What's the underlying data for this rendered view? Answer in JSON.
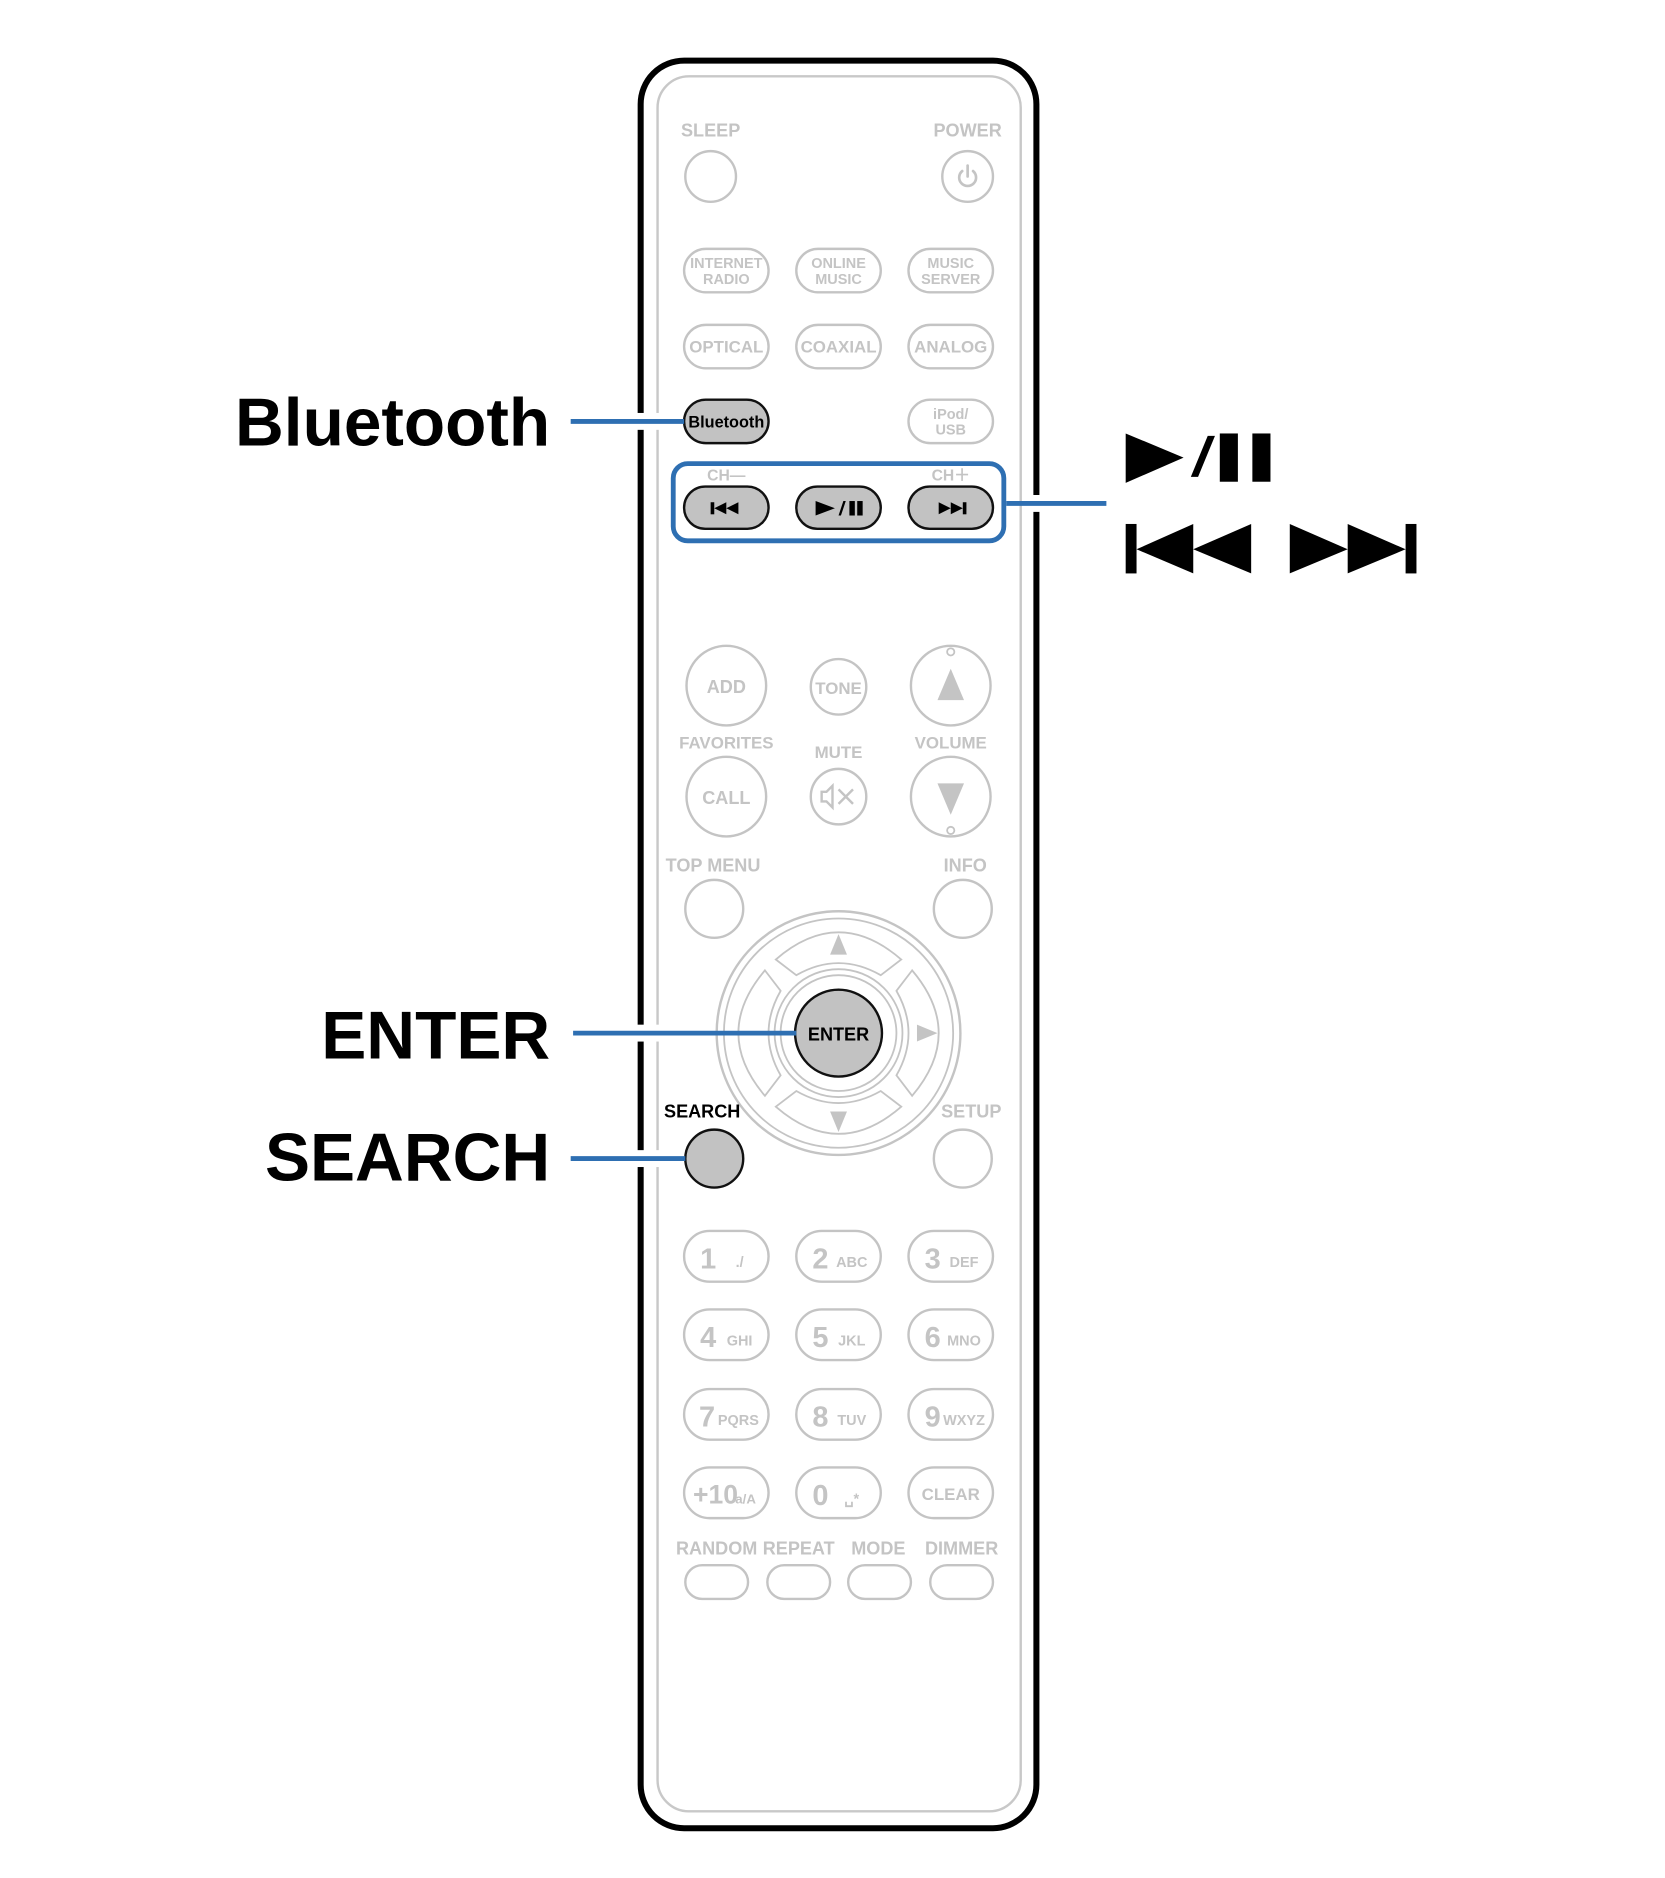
{
  "colors": {
    "callout_blue": "#2e6fb2",
    "button_highlight": "#c2c2c2",
    "button_inactive": "#c4c4c4",
    "remote_outline": "#000000"
  },
  "callouts": {
    "bluetooth": "Bluetooth",
    "enter": "ENTER",
    "search": "SEARCH",
    "play_pause_icon": "play-pause-icon",
    "skip_icons": [
      "skip-back-icon",
      "skip-forward-icon"
    ]
  },
  "remote": {
    "sleep": "SLEEP",
    "power": "POWER",
    "power_icon": "power-icon",
    "source_row1": [
      {
        "line1": "INTERNET",
        "line2": "RADIO"
      },
      {
        "line1": "ONLINE",
        "line2": "MUSIC"
      },
      {
        "line1": "MUSIC",
        "line2": "SERVER"
      }
    ],
    "source_row2": [
      "OPTICAL",
      "COAXIAL",
      "ANALOG"
    ],
    "bluetooth_button": "Bluetooth",
    "ipod_usb": {
      "line1": "iPod/",
      "line2": "USB"
    },
    "ch_minus": "CH—",
    "ch_plus": "CH＋",
    "transport_icons": [
      "skip-back-icon",
      "play-pause-icon",
      "skip-forward-icon"
    ],
    "add": "ADD",
    "tone": "TONE",
    "favorites": "FAVORITES",
    "mute": "MUTE",
    "volume": "VOLUME",
    "call": "CALL",
    "top_menu": "TOP MENU",
    "info": "INFO",
    "enter": "ENTER",
    "search": "SEARCH",
    "setup": "SETUP",
    "keypad": [
      {
        "digit": "1",
        "letters": "./"
      },
      {
        "digit": "2",
        "letters": "ABC"
      },
      {
        "digit": "3",
        "letters": "DEF"
      },
      {
        "digit": "4",
        "letters": "GHI"
      },
      {
        "digit": "5",
        "letters": "JKL"
      },
      {
        "digit": "6",
        "letters": "MNO"
      },
      {
        "digit": "7",
        "letters": "PQRS"
      },
      {
        "digit": "8",
        "letters": "TUV"
      },
      {
        "digit": "9",
        "letters": "WXYZ"
      }
    ],
    "plus10": {
      "main": "+10",
      "sub": "a/A"
    },
    "zero": {
      "main": "0",
      "sub": "␣*"
    },
    "clear": "CLEAR",
    "bottom_row": [
      "RANDOM",
      "REPEAT",
      "MODE",
      "DIMMER"
    ]
  }
}
